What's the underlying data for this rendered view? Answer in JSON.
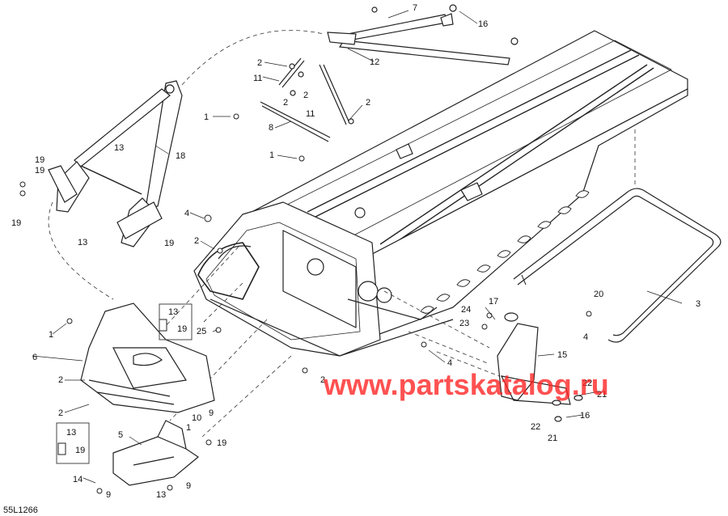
{
  "diagram": {
    "reference_code": "55L1266",
    "watermark": "www.partskatalog.ru",
    "callouts": [
      {
        "id": "c7",
        "label": "7"
      },
      {
        "id": "c16",
        "label": "16"
      },
      {
        "id": "c2a",
        "label": "2"
      },
      {
        "id": "c11a",
        "label": "11"
      },
      {
        "id": "c2b",
        "label": "2"
      },
      {
        "id": "c2c",
        "label": "2"
      },
      {
        "id": "c12",
        "label": "12"
      },
      {
        "id": "c1a",
        "label": "1"
      },
      {
        "id": "c8",
        "label": "8"
      },
      {
        "id": "c11b",
        "label": "11"
      },
      {
        "id": "c2d",
        "label": "2"
      },
      {
        "id": "c1b",
        "label": "1"
      },
      {
        "id": "c13a",
        "label": "13"
      },
      {
        "id": "c18",
        "label": "18"
      },
      {
        "id": "c19a",
        "label": "19"
      },
      {
        "id": "c19b",
        "label": "19"
      },
      {
        "id": "c13b",
        "label": "13"
      },
      {
        "id": "c19c",
        "label": "19"
      },
      {
        "id": "c19d",
        "label": "19"
      },
      {
        "id": "c4a",
        "label": "4"
      },
      {
        "id": "c2e",
        "label": "2"
      },
      {
        "id": "c13c",
        "label": "13"
      },
      {
        "id": "c19e",
        "label": "19"
      },
      {
        "id": "c1c",
        "label": "1"
      },
      {
        "id": "c25",
        "label": "25"
      },
      {
        "id": "c6",
        "label": "6"
      },
      {
        "id": "c2f",
        "label": "2"
      },
      {
        "id": "c2g",
        "label": "2"
      },
      {
        "id": "c2h",
        "label": "2"
      },
      {
        "id": "c10",
        "label": "10"
      },
      {
        "id": "c9a",
        "label": "9"
      },
      {
        "id": "c1d",
        "label": "1"
      },
      {
        "id": "c13d",
        "label": "13"
      },
      {
        "id": "c19f",
        "label": "19"
      },
      {
        "id": "c5",
        "label": "5"
      },
      {
        "id": "c19g",
        "label": "19"
      },
      {
        "id": "c14",
        "label": "14"
      },
      {
        "id": "c9b",
        "label": "9"
      },
      {
        "id": "c13e",
        "label": "13"
      },
      {
        "id": "c9c",
        "label": "9"
      },
      {
        "id": "c17",
        "label": "17"
      },
      {
        "id": "c24",
        "label": "24"
      },
      {
        "id": "c23",
        "label": "23"
      },
      {
        "id": "c4b",
        "label": "4"
      },
      {
        "id": "c15",
        "label": "15"
      },
      {
        "id": "c22a",
        "label": "22"
      },
      {
        "id": "c21a",
        "label": "21"
      },
      {
        "id": "c16b",
        "label": "16"
      },
      {
        "id": "c22b",
        "label": "22"
      },
      {
        "id": "c21b",
        "label": "21"
      },
      {
        "id": "c20",
        "label": "20"
      },
      {
        "id": "c4c",
        "label": "4"
      },
      {
        "id": "c3",
        "label": "3"
      }
    ]
  }
}
